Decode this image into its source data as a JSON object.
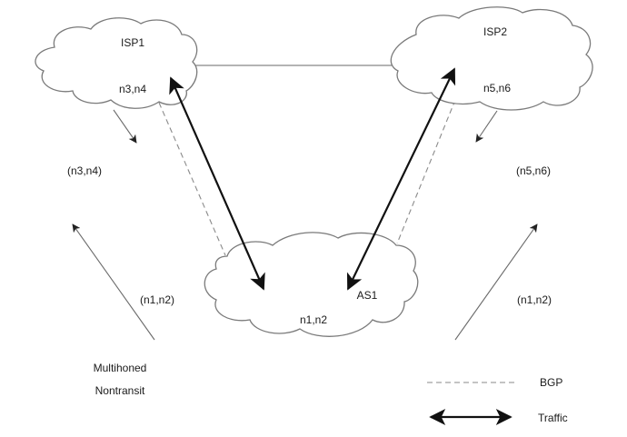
{
  "title": "Multihomed nontransit AS connected to two ISPs",
  "nodes": {
    "isp1": {
      "name": "ISP1",
      "networks": "n3,n4"
    },
    "isp2": {
      "name": "ISP2",
      "networks": "n5,n6"
    },
    "as1": {
      "name": "AS1",
      "networks": "n1,n2"
    }
  },
  "advertisements": {
    "from_isp1": "(n3,n4)",
    "from_isp2": "(n5,n6)",
    "to_isp1": "(n1,n2)",
    "to_isp2": "(n1,n2)"
  },
  "caption": {
    "line1": "Multihoned",
    "line2": "Nontransit"
  },
  "legend": {
    "bgp": "BGP",
    "traffic": "Traffic"
  },
  "colors": {
    "traffic": "#111111",
    "bgp": "#8a8a8a",
    "outline": "#7a7a7a"
  }
}
